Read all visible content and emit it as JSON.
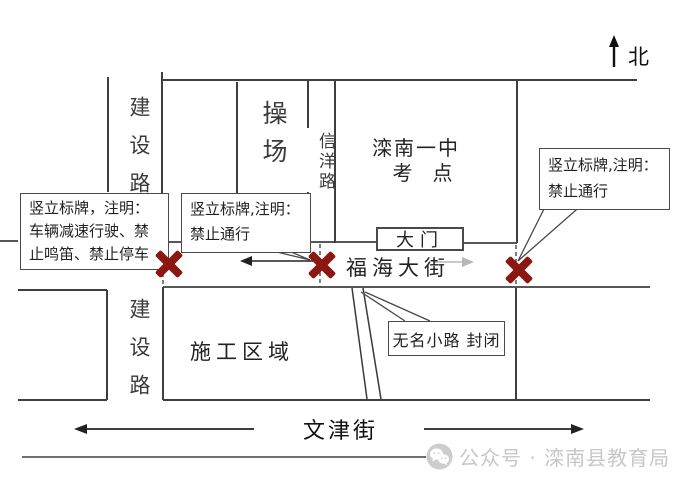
{
  "colors": {
    "line": "#3f3f3f",
    "x_mark": "#8B1712",
    "gray_arrow": "#b7b7b7",
    "watermark": "#c7c7c7"
  },
  "compass": {
    "label": "北"
  },
  "roads": {
    "jianshe_upper": "建设路",
    "jianshe_lower": "建设路",
    "xinyang": "信洋路",
    "fuhai": "福海大街",
    "wenjin": "文津街",
    "unnamed_note": "无名小路 封闭"
  },
  "places": {
    "playground": "操场",
    "school_name": "滦南一中",
    "school_site": "考　点",
    "gate": "大门",
    "construction_zone": "施工区域"
  },
  "callouts": {
    "west_sign": {
      "line1": "竖立标牌，注明：",
      "line2": "车辆减速行驶、禁",
      "line3": "止鸣笛、禁止停车"
    },
    "middle_sign": {
      "line1": "竖立标牌,注明：",
      "line2": "禁止通行"
    },
    "east_sign": {
      "line1": "竖立标牌,注明：",
      "line2": "禁止通行"
    }
  },
  "watermark": {
    "text": "公众号 · 滦南县教育局",
    "icon": "wechat-icon"
  }
}
